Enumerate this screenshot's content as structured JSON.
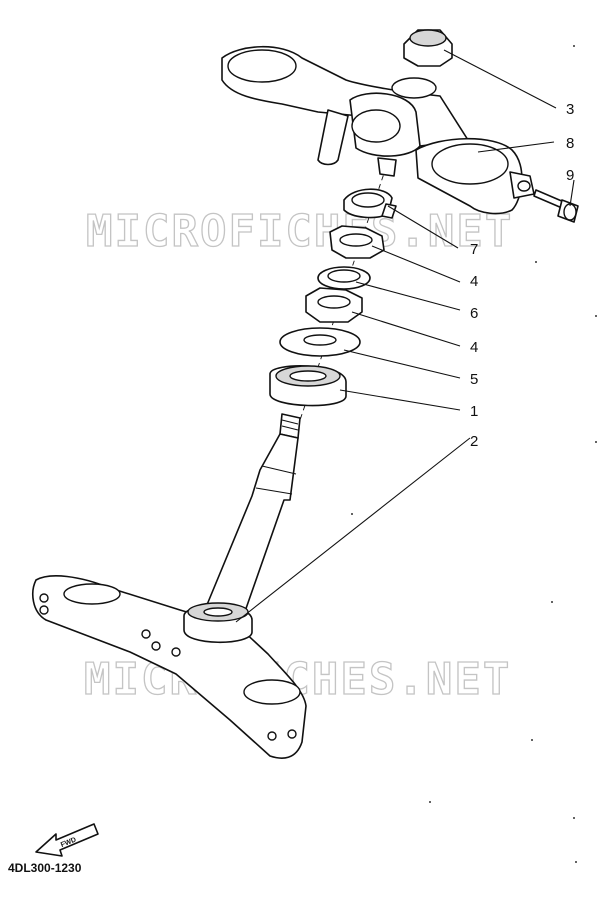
{
  "watermark": "MICROFICHES.NET",
  "diagram_code": "4DL300-1230",
  "find_badge": "FWD",
  "callouts": [
    {
      "id": "c3",
      "label": "3"
    },
    {
      "id": "c8",
      "label": "8"
    },
    {
      "id": "c9",
      "label": "9"
    },
    {
      "id": "c7",
      "label": "7"
    },
    {
      "id": "c4a",
      "label": "4"
    },
    {
      "id": "c6",
      "label": "6"
    },
    {
      "id": "c4b",
      "label": "4"
    },
    {
      "id": "c5",
      "label": "5"
    },
    {
      "id": "c1",
      "label": "1"
    },
    {
      "id": "c2",
      "label": "2"
    }
  ]
}
